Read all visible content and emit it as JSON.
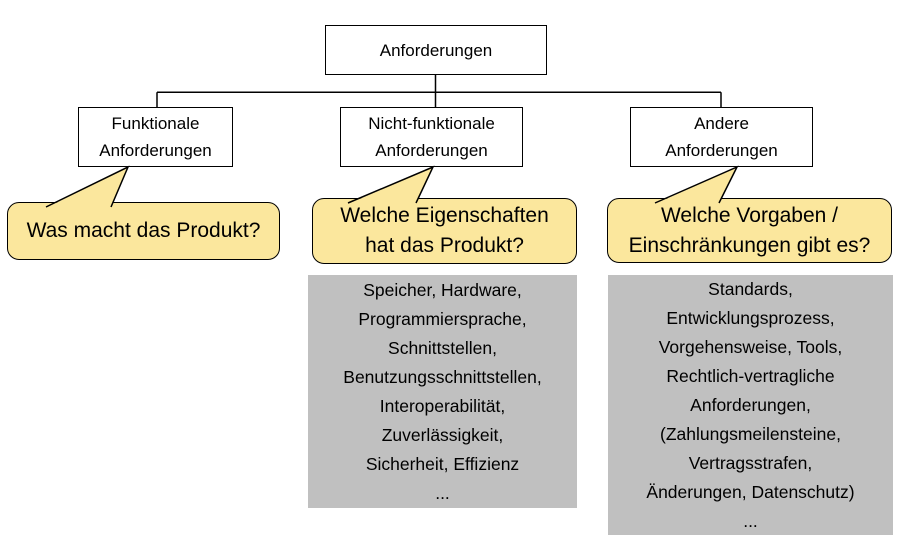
{
  "colors": {
    "bubble_fill": "#FBE79D",
    "panel_fill": "#C0C0C0",
    "line_color": "#000000",
    "node_fill": "#FFFFFF",
    "text_color": "#000000",
    "bg": "#FFFFFF"
  },
  "tree": {
    "root_label": "Anforderungen",
    "children": [
      {
        "line1": "Funktionale",
        "line2": "Anforderungen"
      },
      {
        "line1": "Nicht-funktionale",
        "line2": "Anforderungen"
      },
      {
        "line1": "Andere",
        "line2": "Anforderungen"
      }
    ]
  },
  "callouts": [
    {
      "lines": [
        "Was macht das Produkt?"
      ]
    },
    {
      "lines": [
        "Welche Eigenschaften",
        "hat das Produkt?"
      ]
    },
    {
      "lines": [
        "Welche Vorgaben /",
        "Einschränkungen gibt es?"
      ]
    }
  ],
  "panels": [
    {
      "lines": [
        "Speicher, Hardware,",
        "Programmiersprache,",
        "Schnittstellen,",
        "Benutzungsschnittstellen,",
        "Interoperabilität,",
        "Zuverlässigkeit,",
        "Sicherheit, Effizienz",
        "..."
      ]
    },
    {
      "lines": [
        "Standards,",
        "Entwicklungsprozess,",
        "Vorgehensweise, Tools,",
        "Rechtlich-vertragliche",
        "Anforderungen,",
        "(Zahlungsmeilensteine,",
        "Vertragsstrafen,",
        "Änderungen, Datenschutz)",
        "..."
      ]
    }
  ]
}
